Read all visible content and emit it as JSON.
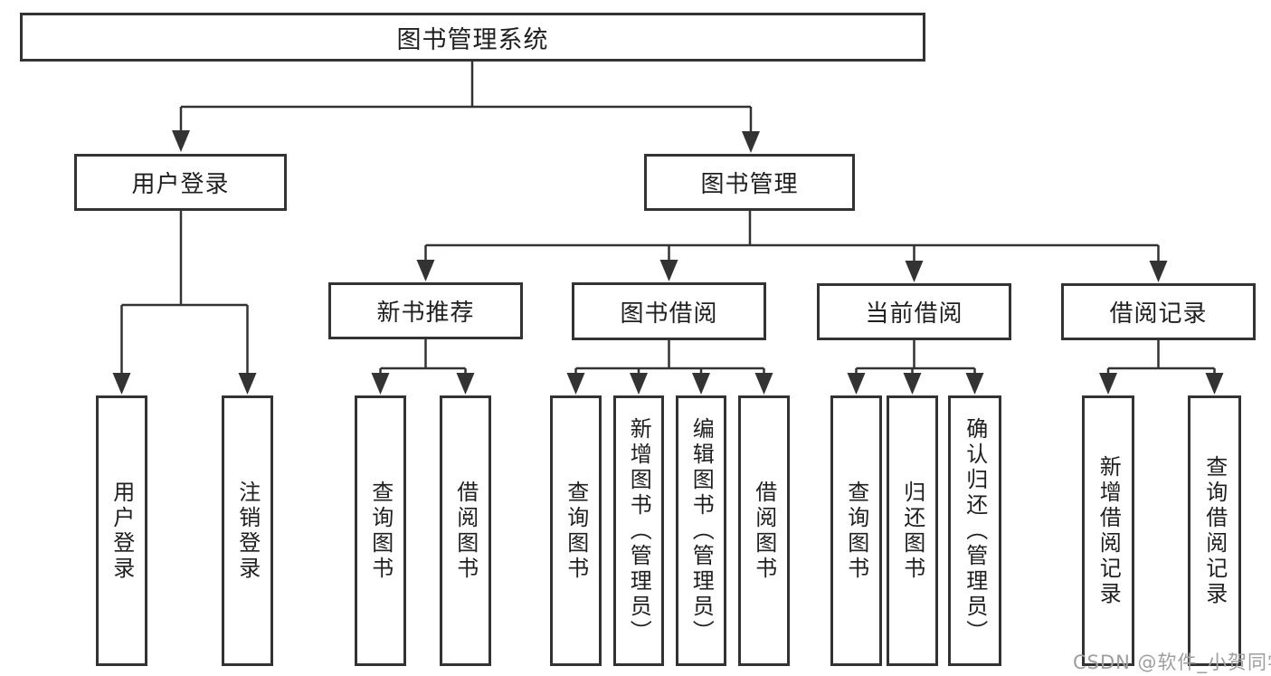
{
  "root": {
    "label": "图书管理系统",
    "children": [
      {
        "id": "user-login",
        "label": "用户登录",
        "children": [
          {
            "id": "leaf-user-login",
            "label": "用户登录"
          },
          {
            "id": "leaf-logout",
            "label": "注销登录"
          }
        ]
      },
      {
        "id": "book-management",
        "label": "图书管理",
        "children": [
          {
            "id": "new-book-recommend",
            "label": "新书推荐",
            "children": [
              {
                "id": "leaf-query-books-1",
                "label": "查询图书"
              },
              {
                "id": "leaf-borrow-books-1",
                "label": "借阅图书"
              }
            ]
          },
          {
            "id": "book-borrowing",
            "label": "图书借阅",
            "children": [
              {
                "id": "leaf-query-books-2",
                "label": "查询图书"
              },
              {
                "id": "leaf-add-books-admin",
                "label": "新增图书（管理员）"
              },
              {
                "id": "leaf-edit-books-admin",
                "label": "编辑图书（管理员）"
              },
              {
                "id": "leaf-borrow-books-2",
                "label": "借阅图书"
              }
            ]
          },
          {
            "id": "current-borrowing",
            "label": "当前借阅",
            "children": [
              {
                "id": "leaf-query-books-3",
                "label": "查询图书"
              },
              {
                "id": "leaf-return-books",
                "label": "归还图书"
              },
              {
                "id": "leaf-confirm-return-admin",
                "label": "确认归还（管理员）"
              }
            ]
          },
          {
            "id": "borrowing-records",
            "label": "借阅记录",
            "children": [
              {
                "id": "leaf-add-borrow-record",
                "label": "新增借阅记录"
              },
              {
                "id": "leaf-query-borrow-record",
                "label": "查询借阅记录"
              }
            ]
          }
        ]
      }
    ]
  },
  "watermark": {
    "text": "CSDN @软件_小贺同学"
  },
  "colors": {
    "line": "#333333",
    "text": "#1f1f1f",
    "watermark": "#9e9e9e",
    "background": "#ffffff"
  }
}
